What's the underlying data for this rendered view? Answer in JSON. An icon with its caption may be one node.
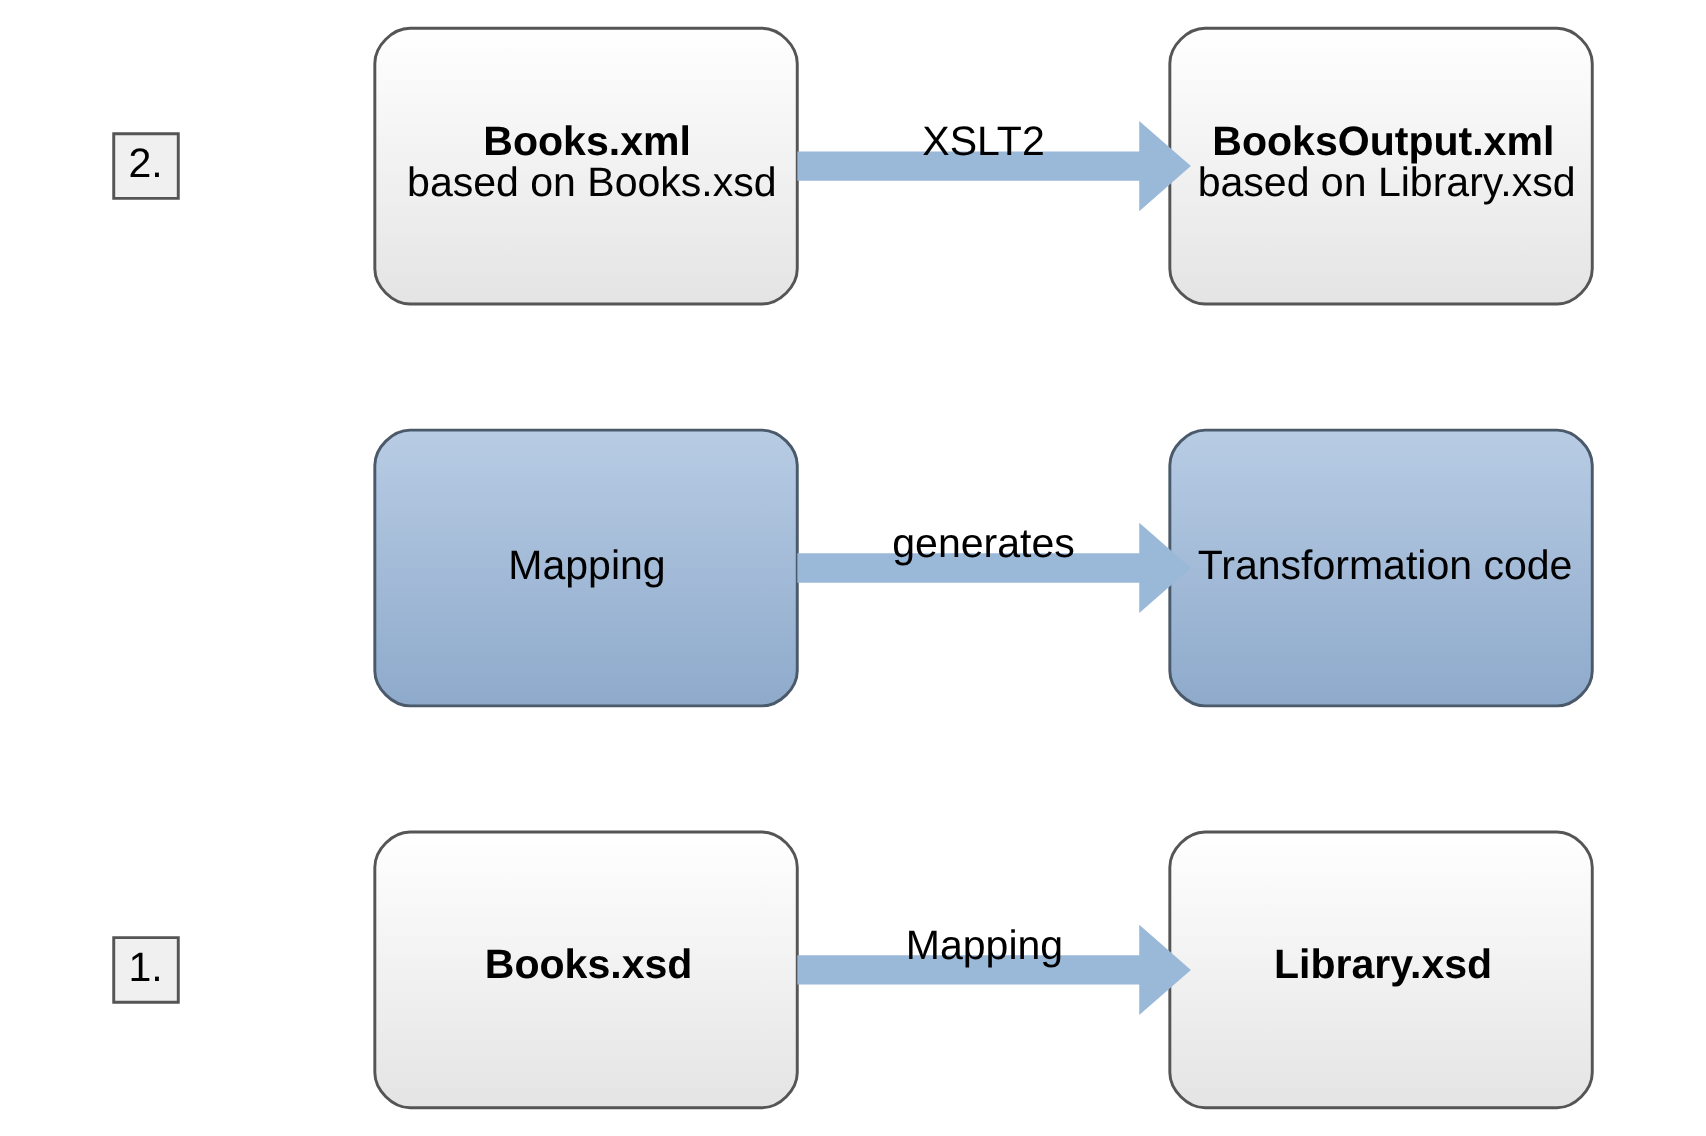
{
  "diagram": {
    "nodes": [
      {
        "text": [
          "1."
        ]
      },
      {
        "text": [
          "Books.xsd"
        ]
      },
      {
        "text": [
          "Library.xsd"
        ]
      },
      {
        "text": [
          "Mapping"
        ]
      },
      {
        "text": [
          "Transformation code"
        ]
      },
      {
        "text": [
          "2."
        ]
      },
      {
        "text": [
          "Books.xml",
          "based on Books.xsd"
        ]
      },
      {
        "text": [
          "BooksOutput.xml",
          "based on Library.xsd"
        ]
      }
    ],
    "edges": [
      {
        "from": 1,
        "to": 2,
        "arrow": "to",
        "label": "Mapping"
      },
      {
        "from": 3,
        "to": 4,
        "arrow": "to",
        "label": "generates"
      },
      {
        "from": 6,
        "to": 7,
        "arrow": "to",
        "label": "XSLT2"
      }
    ]
  }
}
